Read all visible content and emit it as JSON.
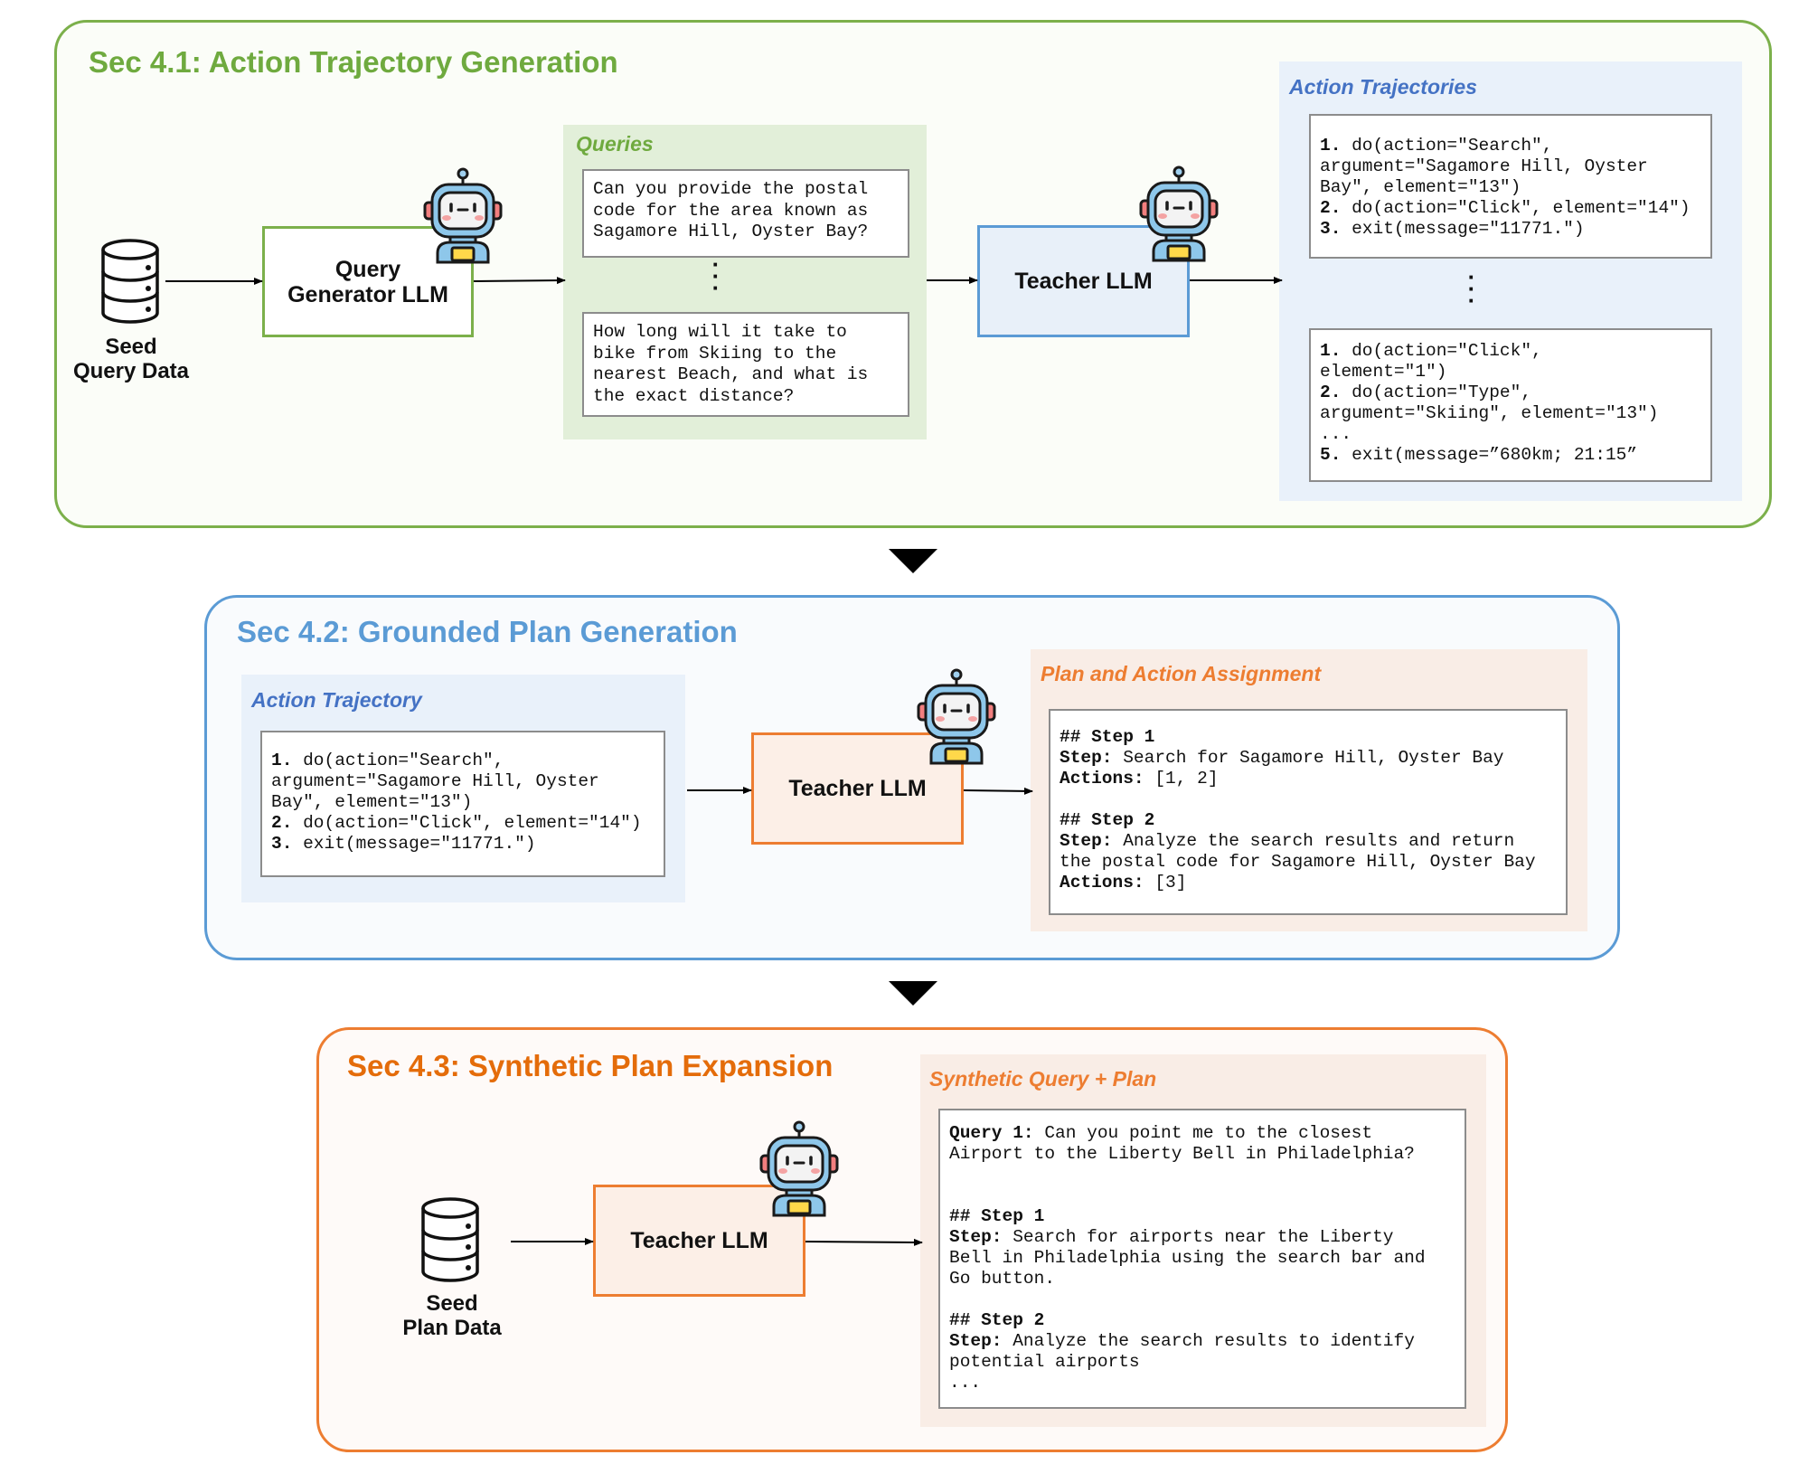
{
  "sec1": {
    "title": "Sec 4.1: Action Trajectory Generation",
    "seed_label": "Seed\nQuery Data",
    "generator_llm": "Query\nGenerator LLM",
    "queries": {
      "title": "Queries",
      "q1": "Can you provide the postal\ncode for the area known as\nSagamore Hill, Oyster Bay?",
      "q2": "How long will it take to\nbike from Skiing to the\nnearest Beach, and what is\nthe exact distance?"
    },
    "teacher_llm": "Teacher LLM",
    "trajectories": {
      "title": "Action Trajectories",
      "t1": [
        {
          "num": "1.",
          "text": " do(action=\"Search\","
        },
        {
          "num": "",
          "text": "argument=\"Sagamore Hill, Oyster"
        },
        {
          "num": "",
          "text": "Bay\", element=\"13\")"
        },
        {
          "num": "2.",
          "text": " do(action=\"Click\", element=\"14\")"
        },
        {
          "num": "3.",
          "text": " exit(message=\"11771.\")"
        }
      ],
      "t2": [
        {
          "num": "1.",
          "text": " do(action=\"Click\","
        },
        {
          "num": "",
          "text": "element=\"1\")"
        },
        {
          "num": "2.",
          "text": " do(action=\"Type\","
        },
        {
          "num": "",
          "text": "argument=\"Skiing\", element=\"13\")"
        },
        {
          "num": "",
          "text": "..."
        },
        {
          "num": "5.",
          "text": " exit(message=”680km; 21:15”"
        }
      ]
    }
  },
  "sec2": {
    "title": "Sec 4.2: Grounded Plan Generation",
    "trajectory": {
      "title": "Action Trajectory",
      "lines": [
        {
          "num": "1.",
          "text": " do(action=\"Search\","
        },
        {
          "num": "",
          "text": "argument=\"Sagamore Hill, Oyster"
        },
        {
          "num": "",
          "text": "Bay\", element=\"13\")"
        },
        {
          "num": "2.",
          "text": " do(action=\"Click\", element=\"14\")"
        },
        {
          "num": "3.",
          "text": " exit(message=\"11771.\")"
        }
      ]
    },
    "teacher_llm": "Teacher LLM",
    "plan": {
      "title": "Plan and Action Assignment",
      "lines": [
        {
          "num": "## Step 1",
          "text": ""
        },
        {
          "num": "Step:",
          "text": " Search for Sagamore Hill, Oyster Bay"
        },
        {
          "num": "Actions:",
          "text": " [1, 2]"
        },
        {
          "num": "",
          "text": " "
        },
        {
          "num": "## Step 2",
          "text": ""
        },
        {
          "num": "Step:",
          "text": " Analyze the search results and return"
        },
        {
          "num": "",
          "text": "the postal code for Sagamore Hill, Oyster Bay"
        },
        {
          "num": "Actions:",
          "text": " [3]"
        }
      ]
    }
  },
  "sec3": {
    "title": "Sec 4.3: Synthetic Plan Expansion",
    "seed_label": "Seed\nPlan Data",
    "teacher_llm": "Teacher LLM",
    "synthetic": {
      "title": "Synthetic Query + Plan",
      "lines": [
        {
          "num": "Query 1:",
          "text": " Can you point me to the closest"
        },
        {
          "num": "",
          "text": "Airport to the Liberty Bell in Philadelphia?"
        },
        {
          "num": "",
          "text": " "
        },
        {
          "num": "",
          "text": " "
        },
        {
          "num": "## Step 1",
          "text": ""
        },
        {
          "num": "Step:",
          "text": " Search for airports near the Liberty"
        },
        {
          "num": "",
          "text": "Bell in Philadelphia using the search bar and"
        },
        {
          "num": "",
          "text": "Go button."
        },
        {
          "num": "",
          "text": " "
        },
        {
          "num": "## Step 2",
          "text": ""
        },
        {
          "num": "Step:",
          "text": " Analyze the search results to identify"
        },
        {
          "num": "",
          "text": "potential airports"
        },
        {
          "num": "",
          "text": "..."
        }
      ]
    }
  },
  "colors": {
    "green": "#7cb04b",
    "green_title": "#6faa3f",
    "blue": "#5b9bd5",
    "blue_title": "#4472c4",
    "orange": "#ed7d31",
    "orange_title": "#e46c0a"
  },
  "icons": [
    "database-icon",
    "robot-icon",
    "arrow-right-icon",
    "triangle-down-icon"
  ]
}
